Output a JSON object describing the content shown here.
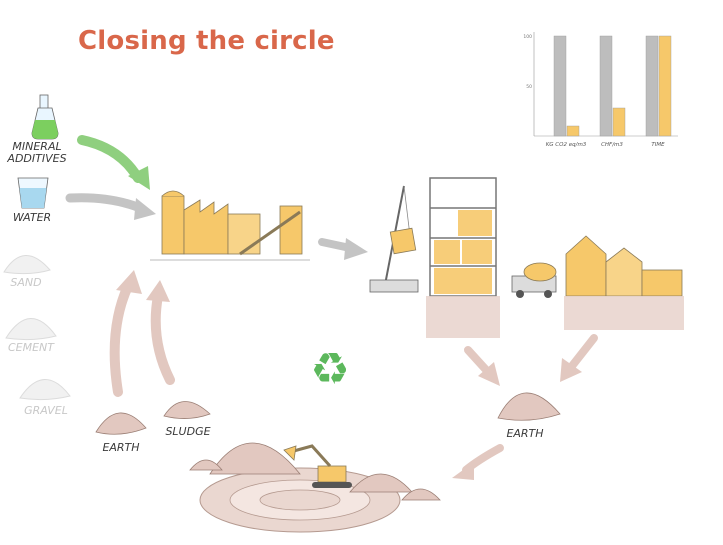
{
  "title": "Closing the circle",
  "inputs": {
    "mineral_additives": "MINERAL ADDITIVES",
    "water": "WATER",
    "sand": "SAND",
    "cement": "CEMENT",
    "gravel": "GRAVEL"
  },
  "loop": {
    "earth_left": "EARTH",
    "sludge": "SLUDGE",
    "earth_right": "EARTH"
  },
  "colors": {
    "title": "#d9674a",
    "accent_yellow": "#f6c86a",
    "arrow_green": "#8fcf7f",
    "arrow_grey": "#b8b8b8",
    "arrow_rose": "#e2c8c0",
    "recycle_green": "#5cb85c"
  },
  "icons": [
    "flask-icon",
    "water-glass-icon",
    "recycle-icon",
    "crane-icon",
    "excavator-icon",
    "mixer-truck-icon"
  ],
  "chart_data": {
    "type": "bar",
    "categories": [
      "KG CO2 eq/m3",
      "CHF/m3",
      "TIME"
    ],
    "series": [
      {
        "color": "#bdbdbd",
        "values": [
          100,
          100,
          100
        ]
      },
      {
        "color": "#f6c86a",
        "values": [
          10,
          28,
          100
        ]
      }
    ],
    "yticks": [
      "100",
      "50"
    ],
    "ylim": [
      0,
      100
    ],
    "title": "",
    "xlabel": "",
    "ylabel": "",
    "grid": false,
    "legend": "none"
  }
}
